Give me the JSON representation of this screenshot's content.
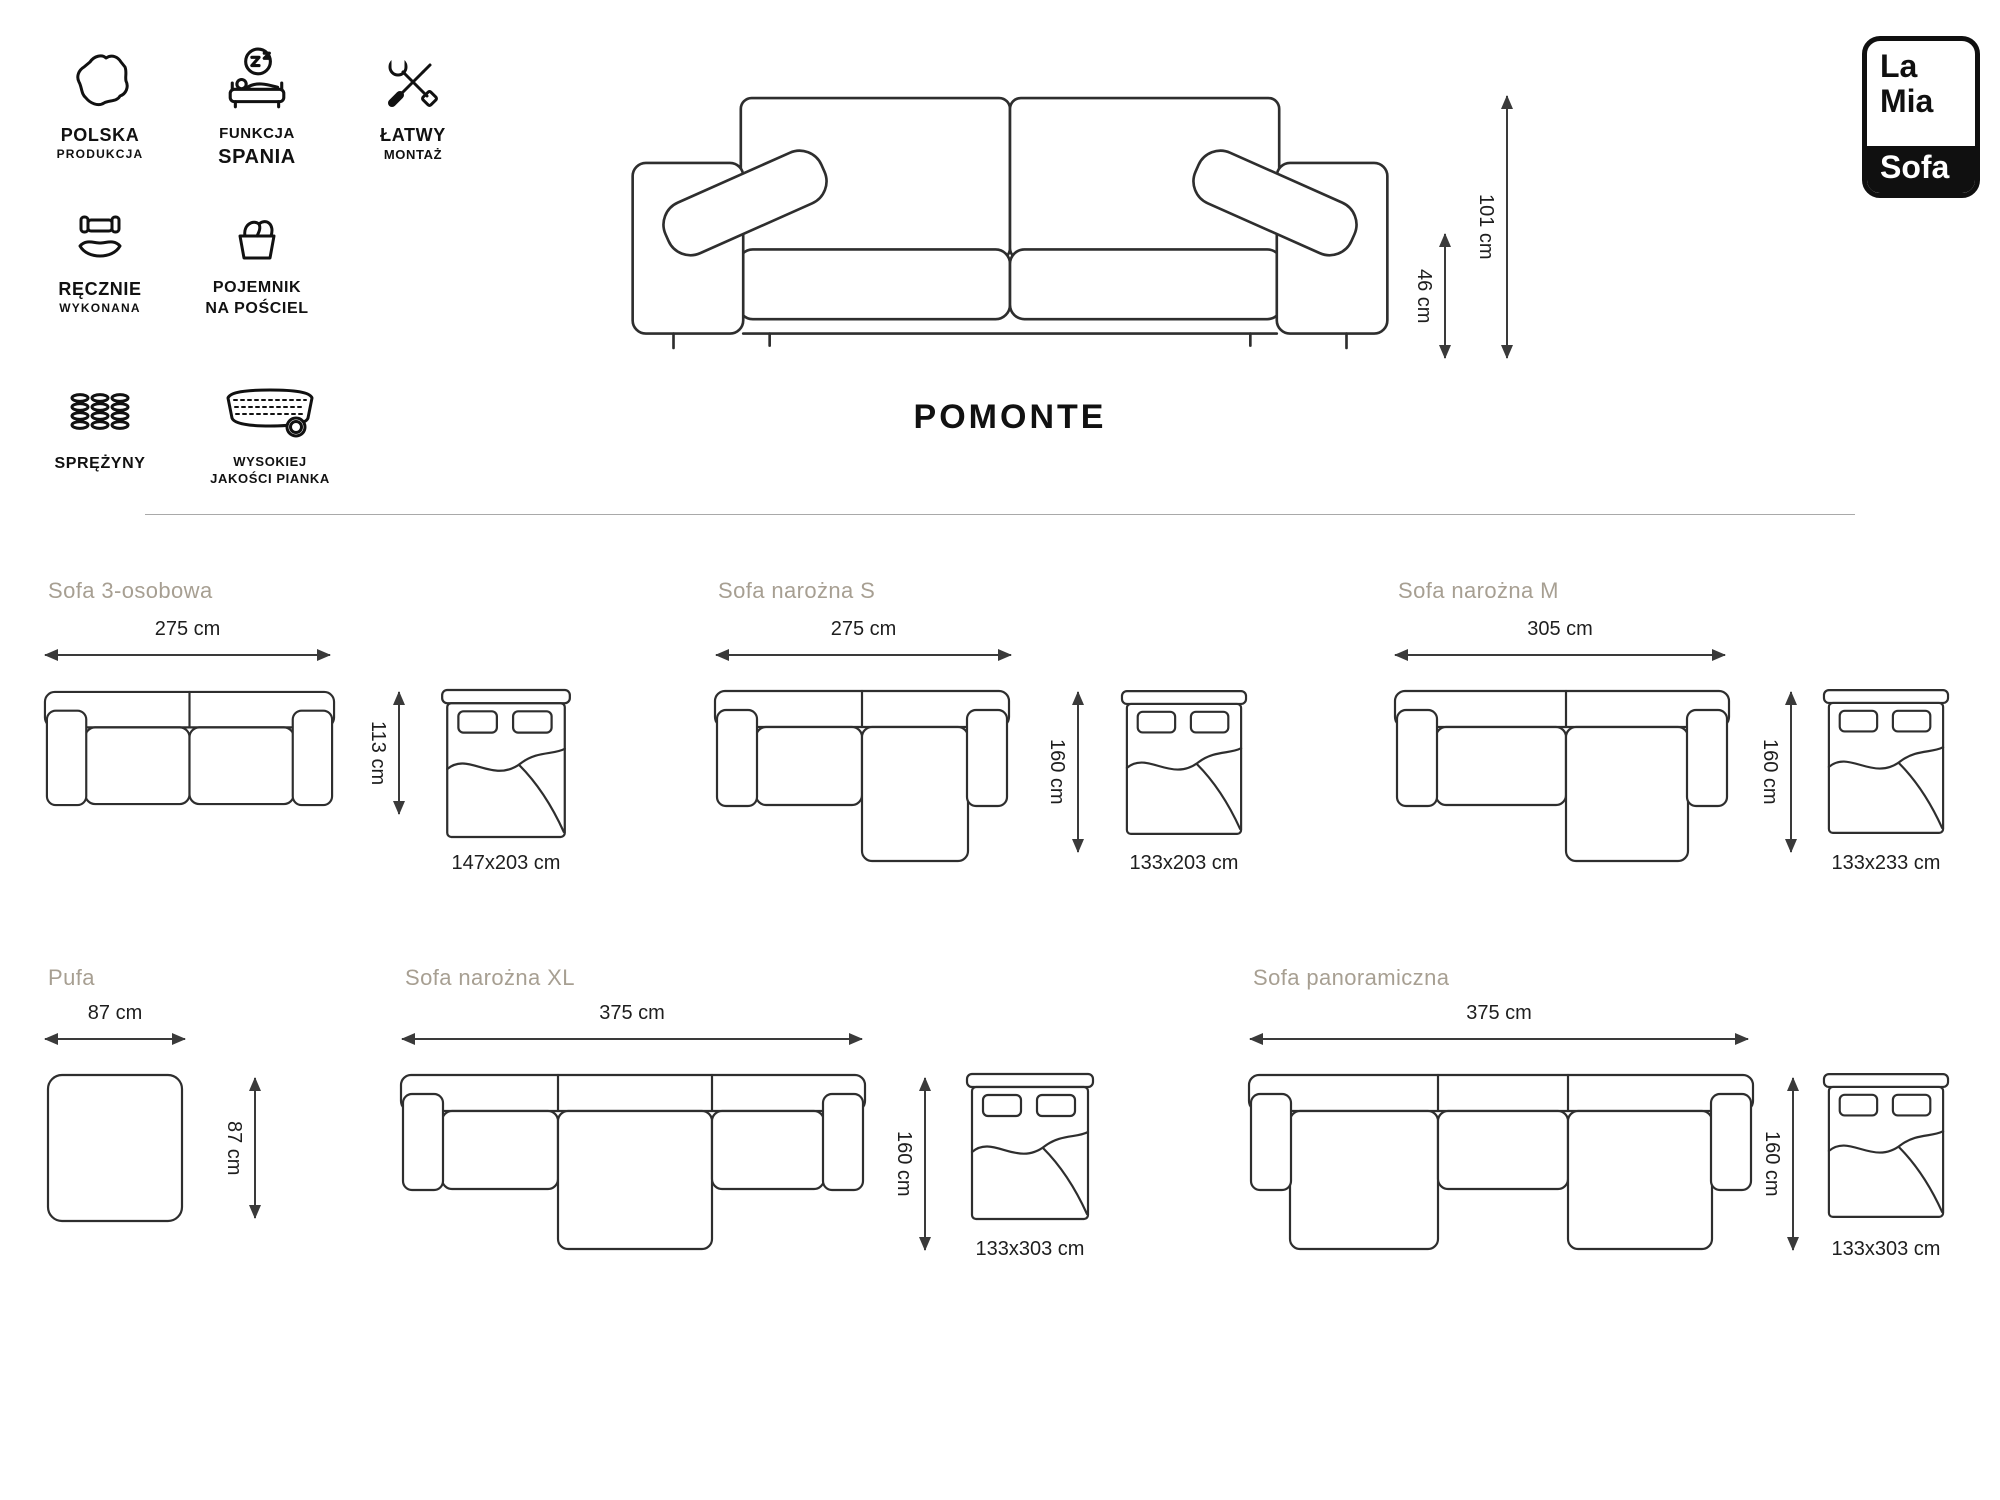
{
  "brand": {
    "words": [
      "La",
      "Mia",
      "Sofa"
    ]
  },
  "product": {
    "name": "POMONTE",
    "total_height": "101 cm",
    "seat_height": "46 cm"
  },
  "features": [
    {
      "icon": "poland-map-icon",
      "lines": [
        "POLSKA",
        "PRODUKCJA"
      ]
    },
    {
      "icon": "sleep-function-icon",
      "lines": [
        "FUNKCJA",
        "SPANIA"
      ]
    },
    {
      "icon": "easy-assembly-icon",
      "lines": [
        "ŁATWY",
        "MONTAŻ"
      ]
    },
    {
      "icon": "handmade-icon",
      "lines": [
        "RĘCZNIE",
        "WYKONANA"
      ]
    },
    {
      "icon": "bedding-storage-icon",
      "lines": [
        "POJEMNIK",
        "NA POŚCIEL"
      ]
    },
    {
      "icon": "springs-icon",
      "lines": [
        "SPRĘŻYNY"
      ]
    },
    {
      "icon": "foam-quality-icon",
      "lines": [
        "WYSOKIEJ",
        "JAKOŚCI PIANKA"
      ]
    }
  ],
  "variants": [
    {
      "name": "Sofa 3-osobowa",
      "width": "275 cm",
      "depth": "113 cm",
      "bed_size": "147x203 cm"
    },
    {
      "name": "Sofa narożna S",
      "width": "275 cm",
      "depth": "160 cm",
      "bed_size": "133x203 cm"
    },
    {
      "name": "Sofa narożna M",
      "width": "305 cm",
      "depth": "160 cm",
      "bed_size": "133x233 cm"
    },
    {
      "name": "Pufa",
      "width": "87 cm",
      "depth": "87 cm"
    },
    {
      "name": "Sofa narożna XL",
      "width": "375 cm",
      "depth": "160 cm",
      "bed_size": "133x303 cm"
    },
    {
      "name": "Sofa panoramiczna",
      "width": "375 cm",
      "depth": "160 cm",
      "bed_size": "133x303 cm"
    }
  ]
}
